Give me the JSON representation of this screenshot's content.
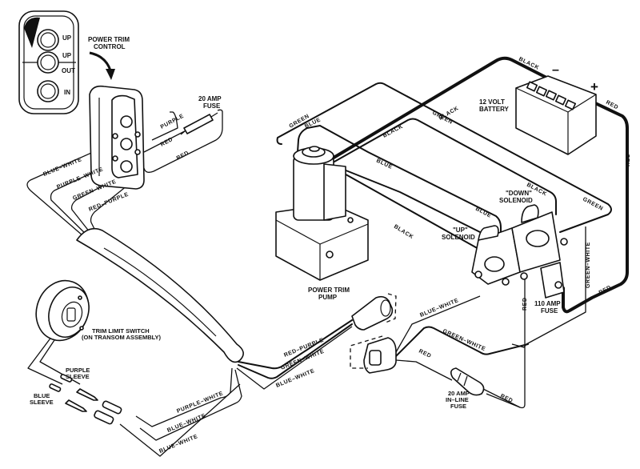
{
  "title": "Power Trim Wiring Diagram",
  "components": {
    "control": {
      "label_1": "POWER TRIM",
      "label_2": "CONTROL",
      "buttons": [
        "UP",
        "UP",
        "OUT",
        "IN"
      ]
    },
    "fuse_20": {
      "label_1": "20 AMP",
      "label_2": "FUSE"
    },
    "battery": {
      "label_1": "12 VOLT",
      "label_2": "BATTERY",
      "neg": "–",
      "pos": "+"
    },
    "pump": {
      "label_1": "POWER TRIM",
      "label_2": "PUMP"
    },
    "down_solenoid": {
      "label_1": "\"DOWN\"",
      "label_2": "SOLENOID"
    },
    "up_solenoid": {
      "label_1": "\"UP\"",
      "label_2": "SOLENOID"
    },
    "fuse_110": {
      "label_1": "110 AMP",
      "label_2": "FUSE"
    },
    "inline_fuse": {
      "label_1": "20 AMP",
      "label_2": "IN–LINE",
      "label_3": "FUSE"
    },
    "limit_switch": {
      "label_1": "TRIM LIMIT SWITCH",
      "label_2": "(ON TRANSOM ASSEMBLY)"
    },
    "purple_sleeve": {
      "label_1": "PURPLE",
      "label_2": "SLEEVE"
    },
    "blue_sleeve": {
      "label_1": "BLUE",
      "label_2": "SLEEVE"
    }
  },
  "wire_labels": {
    "black": "BLACK",
    "red": "RED",
    "green": "GREEN",
    "blue": "BLUE",
    "purple": "PURPLE",
    "blue_white": "BLUE–WHITE",
    "purple_white": "PURPLE–WHITE",
    "green_white": "GREEN–WHITE",
    "red_purple": "RED–PURPLE"
  }
}
